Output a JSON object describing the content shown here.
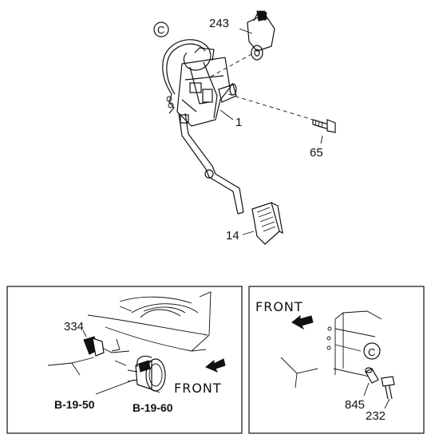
{
  "labels": {
    "part_243": "243",
    "part_1": "1",
    "part_65": "65",
    "part_14": "14",
    "part_334": "334",
    "ref_b1950": "B-19-50",
    "ref_b1960": "B-19-60",
    "part_845": "845",
    "part_232": "232",
    "front_left": "FRONT",
    "front_right": "FRONT",
    "circle_c_top": "C",
    "circle_c_inset": "C"
  }
}
